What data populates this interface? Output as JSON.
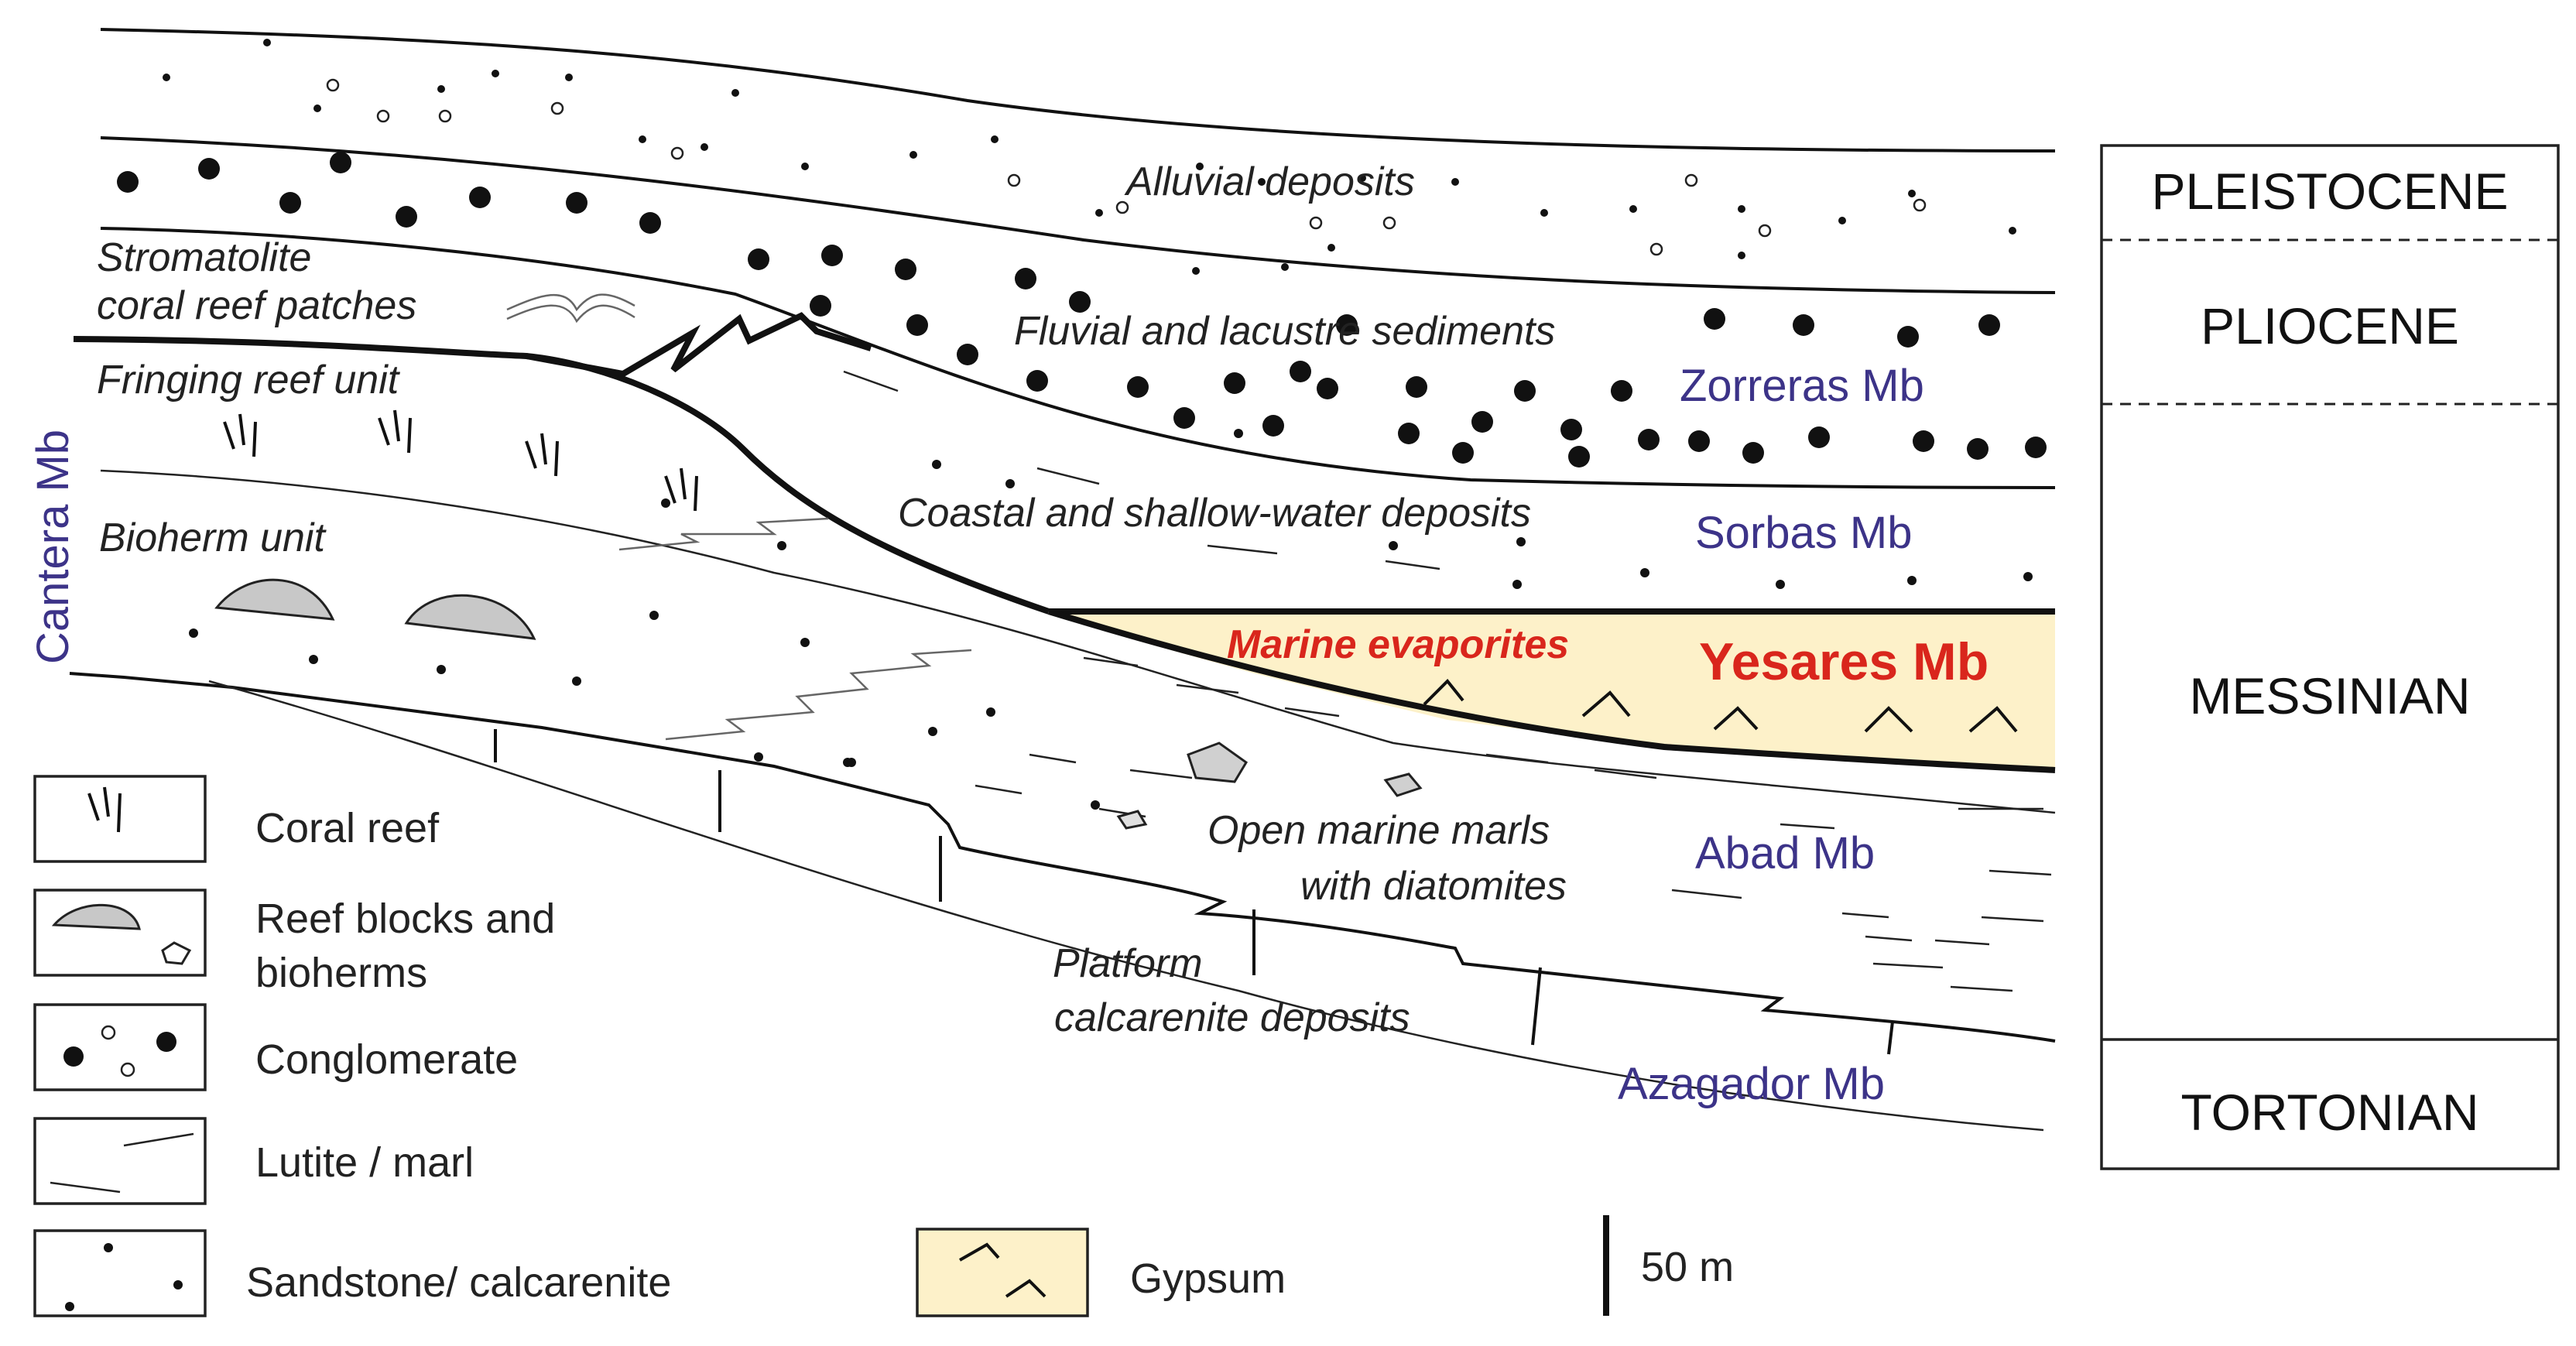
{
  "colors": {
    "gypsum_fill": "#fdf1c9",
    "member_label": "#3c3388",
    "highlight_red": "#d9261c",
    "reef_block_fill": "#c8c8c8"
  },
  "lithology_labels": {
    "alluvial": "Alluvial deposits",
    "fluvial": "Fluvial and lacustre sediments",
    "coastal": "Coastal and shallow-water deposits",
    "marine_evaporites": "Marine evaporites",
    "open_marine_1": "Open marine marls",
    "open_marine_2": "with diatomites",
    "platform_1": "Platform",
    "platform_2": "calcarenite deposits",
    "stromatolite_1": "Stromatolite",
    "stromatolite_2": "coral reef patches",
    "fringing": "Fringing reef unit",
    "bioherm": "Bioherm unit"
  },
  "members": {
    "cantera": "Cantera Mb",
    "zorreras": "Zorreras Mb",
    "sorbas": "Sorbas Mb",
    "yesares": "Yesares Mb",
    "abad": "Abad Mb",
    "azagador": "Azagador Mb"
  },
  "stratigraphy": {
    "stages": [
      "PLEISTOCENE",
      "PLIOCENE",
      "MESSINIAN",
      "TORTONIAN"
    ]
  },
  "legend": {
    "items": [
      {
        "icon": "coral-reef-icon",
        "label": "Coral reef"
      },
      {
        "icon": "reef-blocks-icon",
        "label_1": "Reef blocks and",
        "label_2": "bioherms"
      },
      {
        "icon": "conglomerate-icon",
        "label": "Conglomerate"
      },
      {
        "icon": "lutite-marl-icon",
        "label": "Lutite / marl"
      },
      {
        "icon": "sandstone-icon",
        "label": "Sandstone/ calcarenite"
      },
      {
        "icon": "gypsum-icon",
        "label": "Gypsum"
      }
    ]
  },
  "scale_bar": {
    "label": "50 m"
  }
}
